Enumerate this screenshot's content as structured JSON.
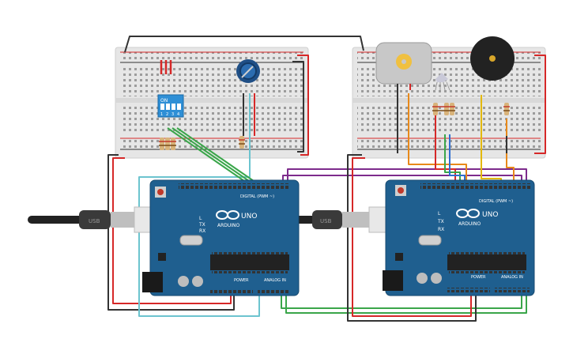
{
  "boards": {
    "left": {
      "brand": "ARDUINO",
      "model": "UNO",
      "digital_label": "DIGITAL (PWM ~)",
      "power_label": "POWER",
      "analog_label": "ANALOG IN",
      "tx": "TX",
      "rx": "RX",
      "l": "L"
    },
    "right": {
      "brand": "ARDUINO",
      "model": "UNO",
      "digital_label": "DIGITAL (PWM ~)",
      "power_label": "POWER",
      "analog_label": "ANALOG IN",
      "tx": "TX",
      "rx": "RX",
      "l": "L"
    }
  },
  "dip_switch": {
    "label": "ON",
    "positions": [
      "1",
      "2",
      "3",
      "4"
    ]
  },
  "usb_cable_label": "USB",
  "colors": {
    "board": "#1f5f8f",
    "breadboard": "#e6e6e6",
    "wire_red": "#d62828",
    "wire_black": "#333333",
    "wire_green": "#3aa64a",
    "wire_purple": "#7d2b8c",
    "wire_orange": "#e8891a",
    "wire_blue": "#2f6fd0",
    "wire_yellow": "#e3b800",
    "wire_teal": "#6cc4cf"
  }
}
